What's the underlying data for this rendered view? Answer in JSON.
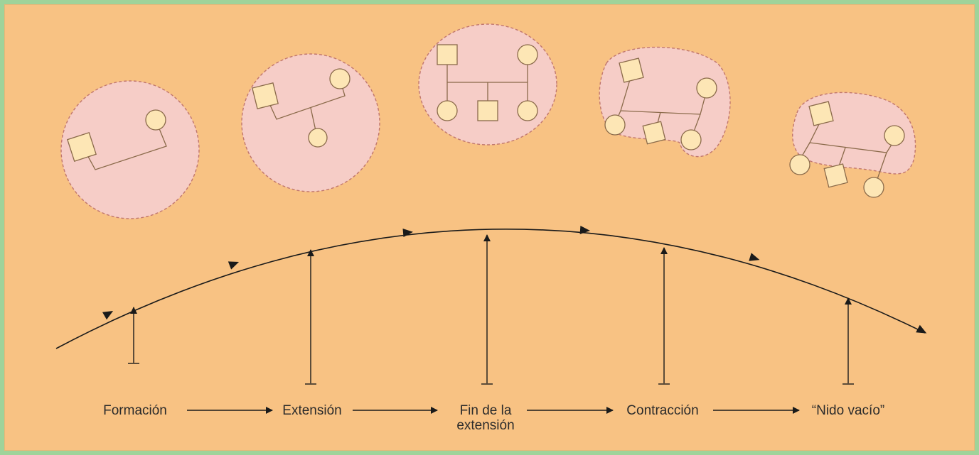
{
  "stages": [
    {
      "label": "Formación"
    },
    {
      "label": "Extensión"
    },
    {
      "label": "Fin de la extensión"
    },
    {
      "label": "Contracción"
    },
    {
      "label": "“Nido vacío”"
    }
  ],
  "colors": {
    "background": "#f8c283",
    "frame": "#9fd39a",
    "bubble": "#f6cdc7",
    "bubble_outline": "#c0766d",
    "member_fill": "#fde6b5",
    "member_stroke": "#8a6a4a",
    "line": "#1a1a1a"
  },
  "icons": [
    "male-square-icon",
    "female-circle-icon",
    "arrow-icon"
  ]
}
